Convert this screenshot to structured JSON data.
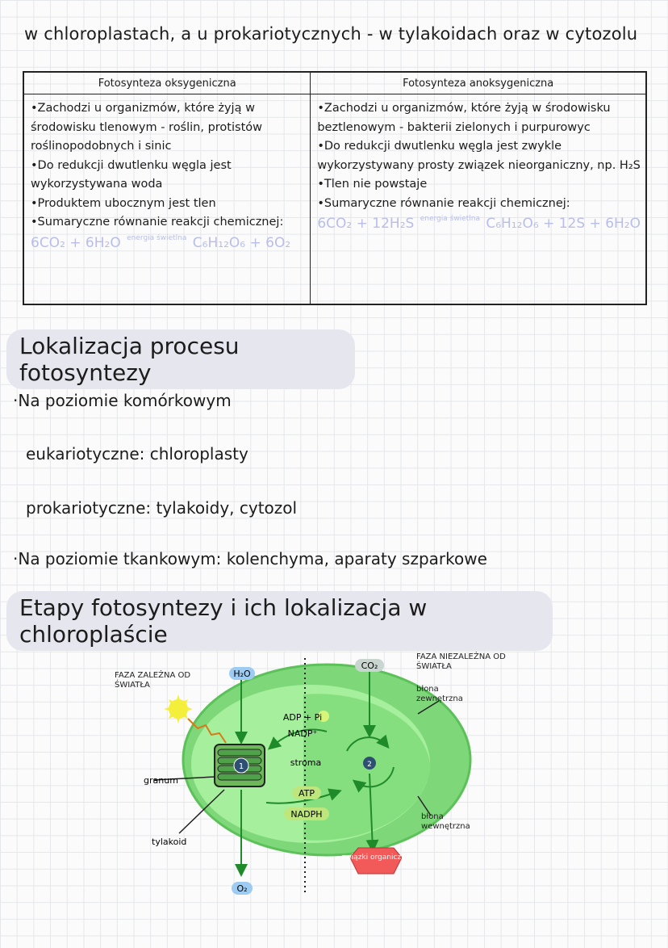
{
  "intro": "w chloroplastach, a u prokariotycznych - w tylakoidach oraz w cytozolu",
  "table": {
    "headers": [
      "Fotosynteza oksygeniczna",
      "Fotosynteza anoksygeniczna"
    ],
    "left": [
      "•Zachodzi u organizmów, które żyją w środowisku tlenowym - roślin, protistów roślinopodobnych i sinic",
      "•Do redukcji dwutlenku węgla jest wykorzystywana woda",
      "•Produktem ubocznym jest tlen",
      "•Sumaryczne równanie reakcji chemicznej:"
    ],
    "right": [
      "•Zachodzi u organizmów, które żyją w środowisku beztlenowym - bakterii zielonych i purpurowyc",
      "•Do redukcji dwutlenku węgla jest zwykle wykorzystywany prosty związek nieorganiczny, np. H₂S",
      "•Tlen nie powstaje",
      "•Sumaryczne równanie reakcji chemicznej:"
    ],
    "eq_left": {
      "reactants": "6CO₂ + 6H₂O",
      "over_arrow": "energia świetlna",
      "products": "C₆H₁₂O₆ + 6O₂"
    },
    "eq_right": {
      "reactants": "6CO₂ + 12H₂S",
      "over_arrow": "energia świetlna",
      "products": "C₆H₁₂O₆ + 12S + 6H₂O"
    }
  },
  "section1": {
    "heading": "Lokalizacja procesu fotosyntezy",
    "l1": "·Na poziomie komórkowym",
    "l2": "eukariotyczne: chloroplasty",
    "l3": "prokariotyczne: tylakoidy, cytozol",
    "l4": "·Na poziomie tkankowym: kolenchyma, aparaty szparkowe"
  },
  "section2": {
    "heading": "Etapy fotosyntezy i ich lokalizacja w chloroplaście"
  },
  "diagram": {
    "faza_zalezna": "FAZA ZALEŻNA OD ŚWIATŁA",
    "faza_niezalezna": "FAZA NIEZALEŻNA OD ŚWIATŁA",
    "blona_zew": "błona zewnętrzna",
    "blona_wew": "błona wewnętrzna",
    "granum": "granum",
    "tylakoid": "tylakoid",
    "h2o": "H₂O",
    "co2": "CO₂",
    "o2": "O₂",
    "adp": "ADP + Pi",
    "nadp": "NADP⁺",
    "stroma": "stroma",
    "atp": "ATP",
    "nadph": "NADPH",
    "organic": "związki organiczne",
    "n1": "1",
    "n2": "2",
    "colors": {
      "green_outer": "#7ed87a",
      "green_inner": "#a6ef9c",
      "blue": "#9ecbf2",
      "red": "#f25a5a",
      "sun": "#f4ef3a"
    }
  }
}
